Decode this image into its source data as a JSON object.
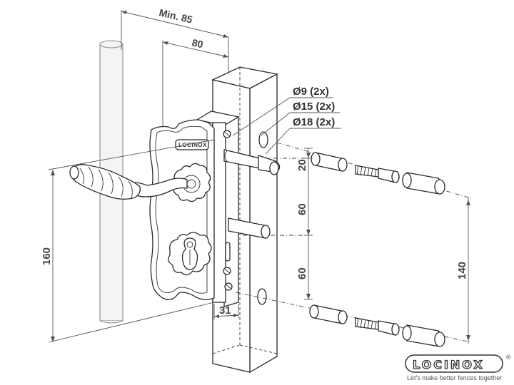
{
  "diagram": {
    "dimensions": {
      "min85": "Min. 85",
      "d80": "80",
      "d20": "20",
      "d60_upper": "60",
      "d60_lower": "60",
      "d160": "160",
      "d140": "140",
      "d31": "31"
    },
    "hole_specs": [
      "Ø9 (2x)",
      "Ø15 (2x)",
      "Ø18 (2x)"
    ],
    "lock_stamp": "LOCINOX"
  },
  "brand": {
    "logo_text": "LOCINOX",
    "registered_mark": "®",
    "tagline": "Let's make better fences together"
  },
  "colors": {
    "line": "#2a2a2a",
    "pole": "#8a8a8a",
    "dimension": "#555555"
  }
}
